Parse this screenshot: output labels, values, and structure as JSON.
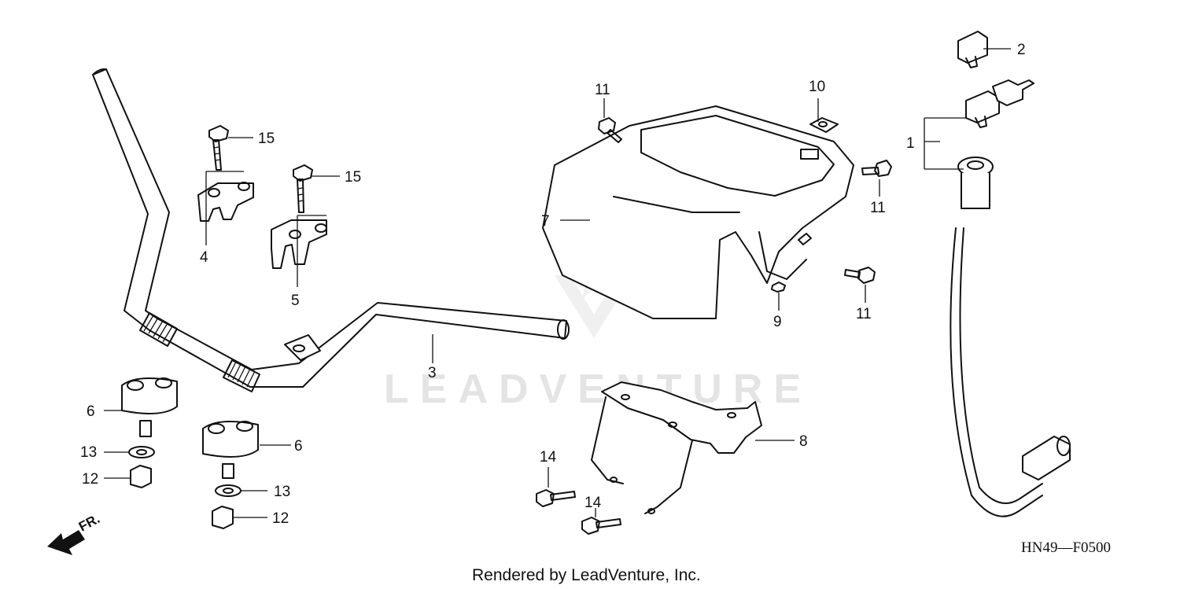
{
  "diagram": {
    "callouts": [
      "1",
      "2",
      "3",
      "4",
      "5",
      "6",
      "6",
      "7",
      "8",
      "9",
      "10",
      "11",
      "11",
      "11",
      "12",
      "12",
      "13",
      "13",
      "14",
      "14",
      "15",
      "15"
    ],
    "diagram_code": "HN49—F0500",
    "credit": "Rendered by LeadVenture, Inc.",
    "watermark": "LEADVENTURE",
    "direction_label": "FR."
  }
}
